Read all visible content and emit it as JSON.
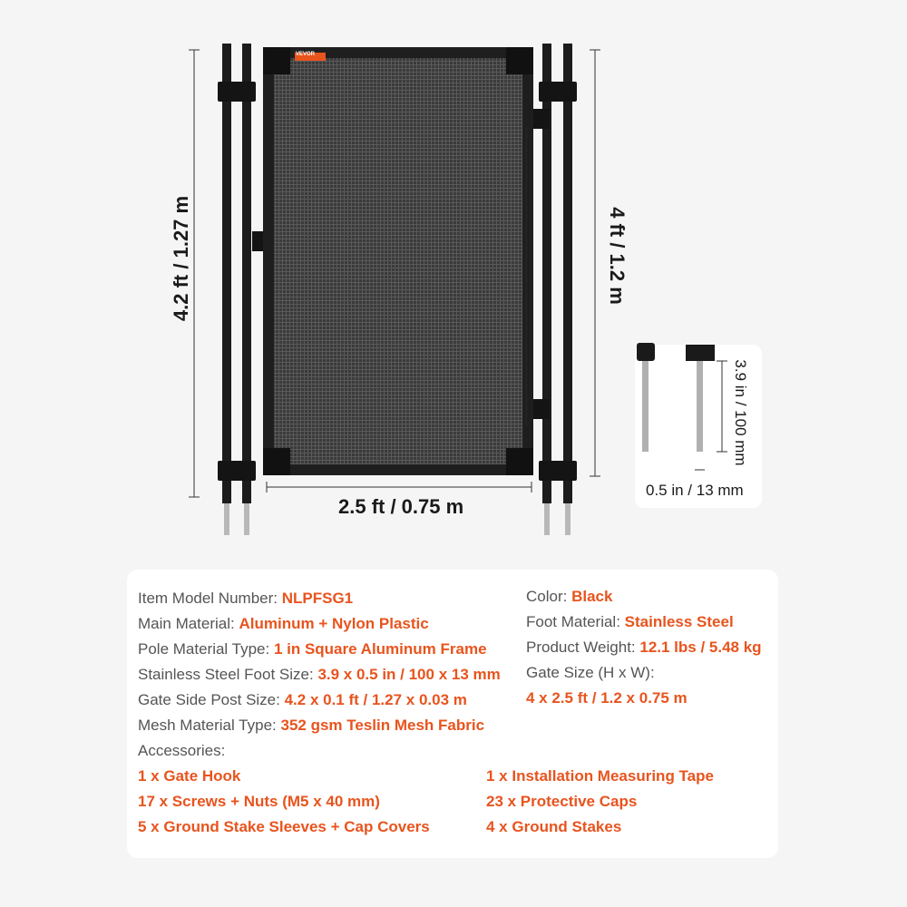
{
  "brand_tag": "VEVOR",
  "dimensions": {
    "post_height": "4.2 ft / 1.27 m",
    "gate_height": "4 ft / 1.2 m",
    "gate_width": "2.5 ft / 0.75 m",
    "foot_length": "3.9 in / 100 mm",
    "foot_width": "0.5 in / 13 mm"
  },
  "specs": {
    "item_model": {
      "label": "Item Model Number: ",
      "value": "NLPFSG1"
    },
    "main_material": {
      "label": "Main Material: ",
      "value": "Aluminum + Nylon Plastic"
    },
    "pole_material": {
      "label": "Pole Material Type: ",
      "value": "1 in Square Aluminum Frame"
    },
    "foot_size": {
      "label": "Stainless Steel Foot Size: ",
      "value": "3.9 x 0.5 in / 100 x 13 mm"
    },
    "post_size": {
      "label": "Gate Side Post Size: ",
      "value": "4.2 x 0.1 ft / 1.27 x 0.03 m"
    },
    "mesh_material": {
      "label": "Mesh Material Type: ",
      "value": "352 gsm Teslin Mesh Fabric"
    },
    "accessories_label": "Accessories:",
    "color": {
      "label": "Color: ",
      "value": "Black"
    },
    "foot_material": {
      "label": "Foot Material: ",
      "value": "Stainless Steel"
    },
    "weight": {
      "label": "Product Weight: ",
      "value": "12.1 lbs / 5.48 kg"
    },
    "gate_size_label": "Gate Size (H x W):",
    "gate_size_value": "4 x 2.5 ft / 1.2 x 0.75 m"
  },
  "accessories": [
    "1 x Gate Hook",
    "17 x Screws + Nuts (M5 x 40 mm)",
    "5 x Ground Stake Sleeves + Cap Covers",
    "1 x Installation Measuring Tape",
    "23 x Protective Caps",
    "4 x Ground Stakes"
  ]
}
